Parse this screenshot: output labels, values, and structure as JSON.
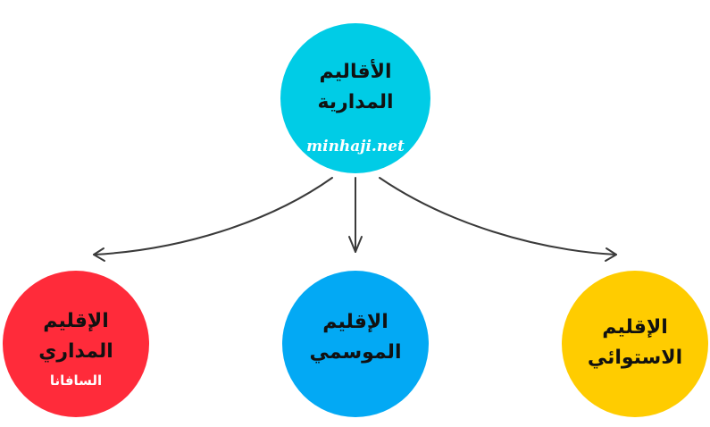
{
  "root": {
    "title": "الأقاليم المدارية",
    "watermark": "minhaji.net",
    "color": "#00CCE6"
  },
  "children": [
    {
      "line1": "الإقليم",
      "line2": "المداري",
      "sub": "السافانا",
      "color": "#FF2B3A"
    },
    {
      "line1": "الإقليم",
      "line2": "الموسمي",
      "sub": "",
      "color": "#03A9F4"
    },
    {
      "line1": "الإقليم",
      "line2": "الاستوائي",
      "sub": "",
      "color": "#FFCC00"
    }
  ],
  "arrow_color": "#3a3a3a"
}
